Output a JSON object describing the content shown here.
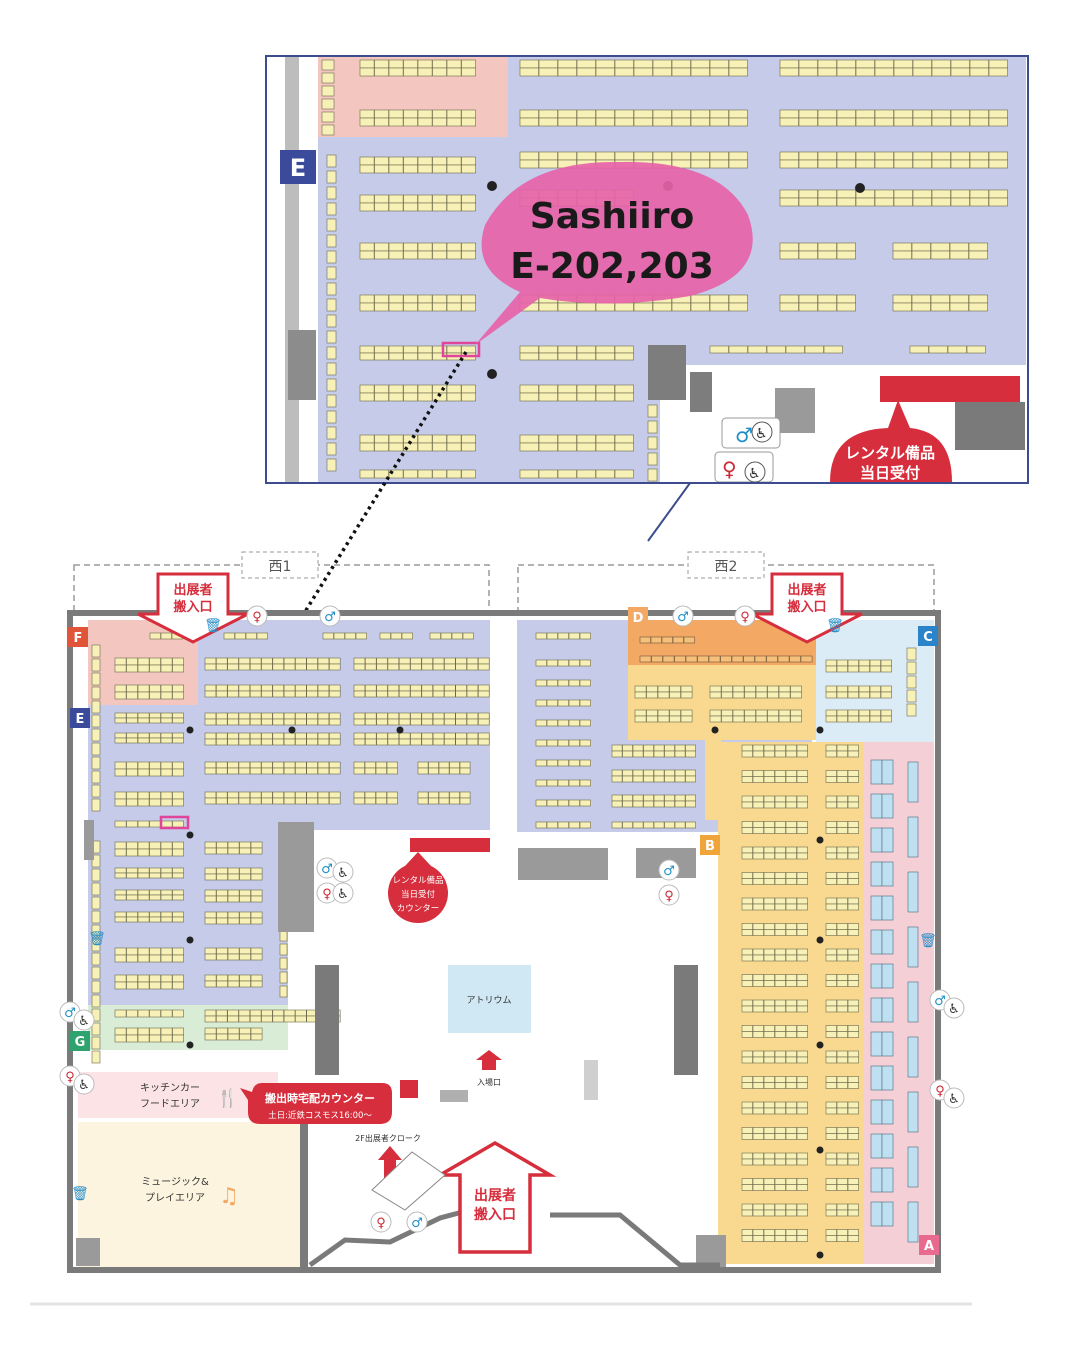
{
  "callout": {
    "name": "Sashiiro",
    "booth": "E-202,203"
  },
  "inset": {
    "zone_letter": "E",
    "rental_line1": "レンタル備品",
    "rental_line2": "当日受付"
  },
  "halls": {
    "west1": "西1",
    "west2": "西2"
  },
  "zones": [
    "A",
    "B",
    "C",
    "D",
    "E",
    "F",
    "G"
  ],
  "labels": {
    "exhibitor_entrance_line1": "出展者",
    "exhibitor_entrance_line2": "搬入口",
    "rental_counter_line1": "レンタル備品",
    "rental_counter_line2": "当日受付",
    "rental_counter_line3": "カウンター",
    "atrium": "アトリウム",
    "entrance": "入場口",
    "kitchen_line1": "キッチンカー",
    "kitchen_line2": "フードエリア",
    "delivery_counter": "搬出時宅配カウンター",
    "delivery_hours": "土日:近鉄コスモス16:00〜",
    "cloak": "2F出展者クローク",
    "music_line1": "ミュージック&",
    "music_line2": "プレイエリア"
  },
  "colors": {
    "zone_e": "#c5cbe9",
    "zone_f": "#f3c6c0",
    "zone_d": "#f3a864",
    "zone_c": "#dcecf6",
    "zone_a": "#f5cfd6",
    "zone_b": "#f8d98f",
    "zone_g": "#d8ecd6",
    "accent_red": "#d62e3c",
    "callout_pink": "#e563a8"
  }
}
